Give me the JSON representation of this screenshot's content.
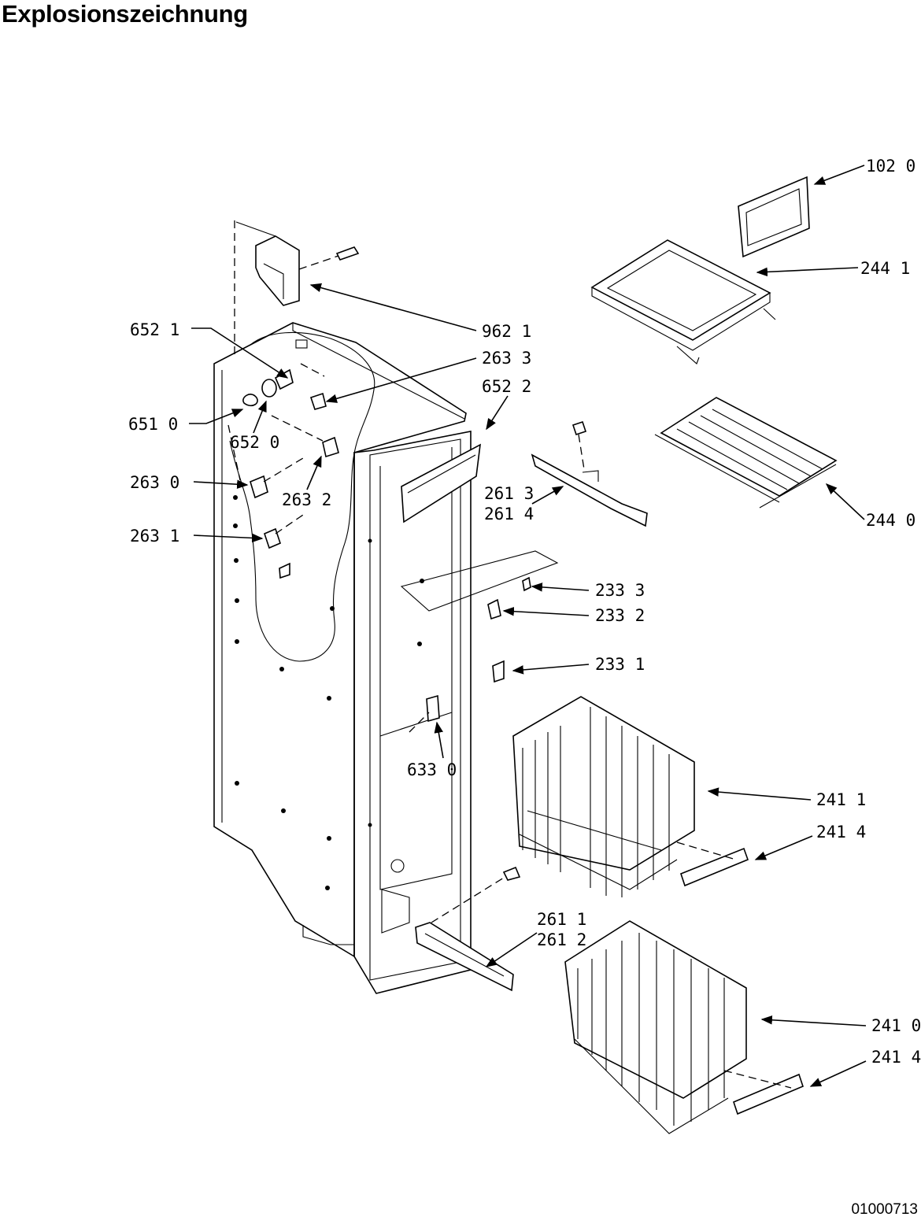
{
  "title": "Explosionszeichnung",
  "document_id": "01000713",
  "callouts": {
    "c1020": "102 0",
    "c2441": "244 1",
    "c9621": "962 1",
    "c2633": "263 3",
    "c6522": "652 2",
    "c6521": "652 1",
    "c6510": "651 0",
    "c6520": "652 0",
    "c2630": "263 0",
    "c2632": "263 2",
    "c2631": "263 1",
    "c2613": "261 3",
    "c2614": "261 4",
    "c2440": "244 0",
    "c2333": "233 3",
    "c2332": "233 2",
    "c2331": "233 1",
    "c6330": "633 0",
    "c2411": "241 1",
    "c2414a": "241 4",
    "c2611": "261 1",
    "c2612": "261 2",
    "c2410": "241 0",
    "c2414b": "241 4"
  }
}
